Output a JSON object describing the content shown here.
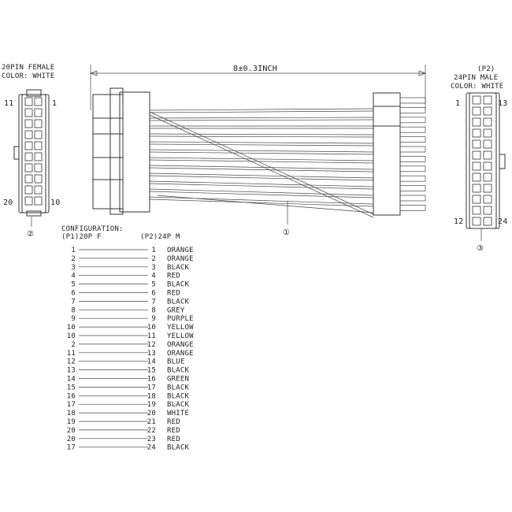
{
  "dimension_label": "8±0.3INCH",
  "p1": {
    "title_line1": "20PIN FEMALE",
    "title_line2": "COLOR: WHITE",
    "num_top_left": "11",
    "num_top_right": "1",
    "num_bottom_left": "20",
    "num_bottom_right": "10",
    "callout": "②"
  },
  "p2": {
    "title_line1": "(P2)",
    "title_line2": "24PIN MALE",
    "title_line3": "COLOR: WHITE",
    "num_top_left": "1",
    "num_top_right": "13",
    "num_bottom_left": "12",
    "num_bottom_right": "24",
    "callout": "③"
  },
  "cable_callout": "①",
  "configuration": {
    "title": "CONFIGURATION:",
    "header_p1": "(P1)20P F",
    "header_p2": "(P2)24P M",
    "rows": [
      {
        "p1": "1",
        "p2": "1",
        "color": "ORANGE"
      },
      {
        "p1": "2",
        "p2": "2",
        "color": "ORANGE"
      },
      {
        "p1": "3",
        "p2": "3",
        "color": "BLACK"
      },
      {
        "p1": "4",
        "p2": "4",
        "color": "RED"
      },
      {
        "p1": "5",
        "p2": "5",
        "color": "BLACK"
      },
      {
        "p1": "6",
        "p2": "6",
        "color": "RED"
      },
      {
        "p1": "7",
        "p2": "7",
        "color": "BLACK"
      },
      {
        "p1": "8",
        "p2": "8",
        "color": "GREY"
      },
      {
        "p1": "9",
        "p2": "9",
        "color": "PURPLE"
      },
      {
        "p1": "10",
        "p2": "10",
        "color": "YELLOW"
      },
      {
        "p1": "10",
        "p2": "11",
        "color": "YELLOW"
      },
      {
        "p1": "2",
        "p2": "12",
        "color": "ORANGE"
      },
      {
        "p1": "11",
        "p2": "13",
        "color": "ORANGE"
      },
      {
        "p1": "12",
        "p2": "14",
        "color": "BLUE"
      },
      {
        "p1": "13",
        "p2": "15",
        "color": "BLACK"
      },
      {
        "p1": "14",
        "p2": "16",
        "color": "GREEN"
      },
      {
        "p1": "15",
        "p2": "17",
        "color": "BLACK"
      },
      {
        "p1": "16",
        "p2": "18",
        "color": "BLACK"
      },
      {
        "p1": "17",
        "p2": "19",
        "color": "BLACK"
      },
      {
        "p1": "18",
        "p2": "20",
        "color": "WHITE"
      },
      {
        "p1": "19",
        "p2": "21",
        "color": "RED"
      },
      {
        "p1": "20",
        "p2": "22",
        "color": "RED"
      },
      {
        "p1": "20",
        "p2": "23",
        "color": "RED"
      },
      {
        "p1": "17",
        "p2": "24",
        "color": "BLACK"
      }
    ]
  }
}
